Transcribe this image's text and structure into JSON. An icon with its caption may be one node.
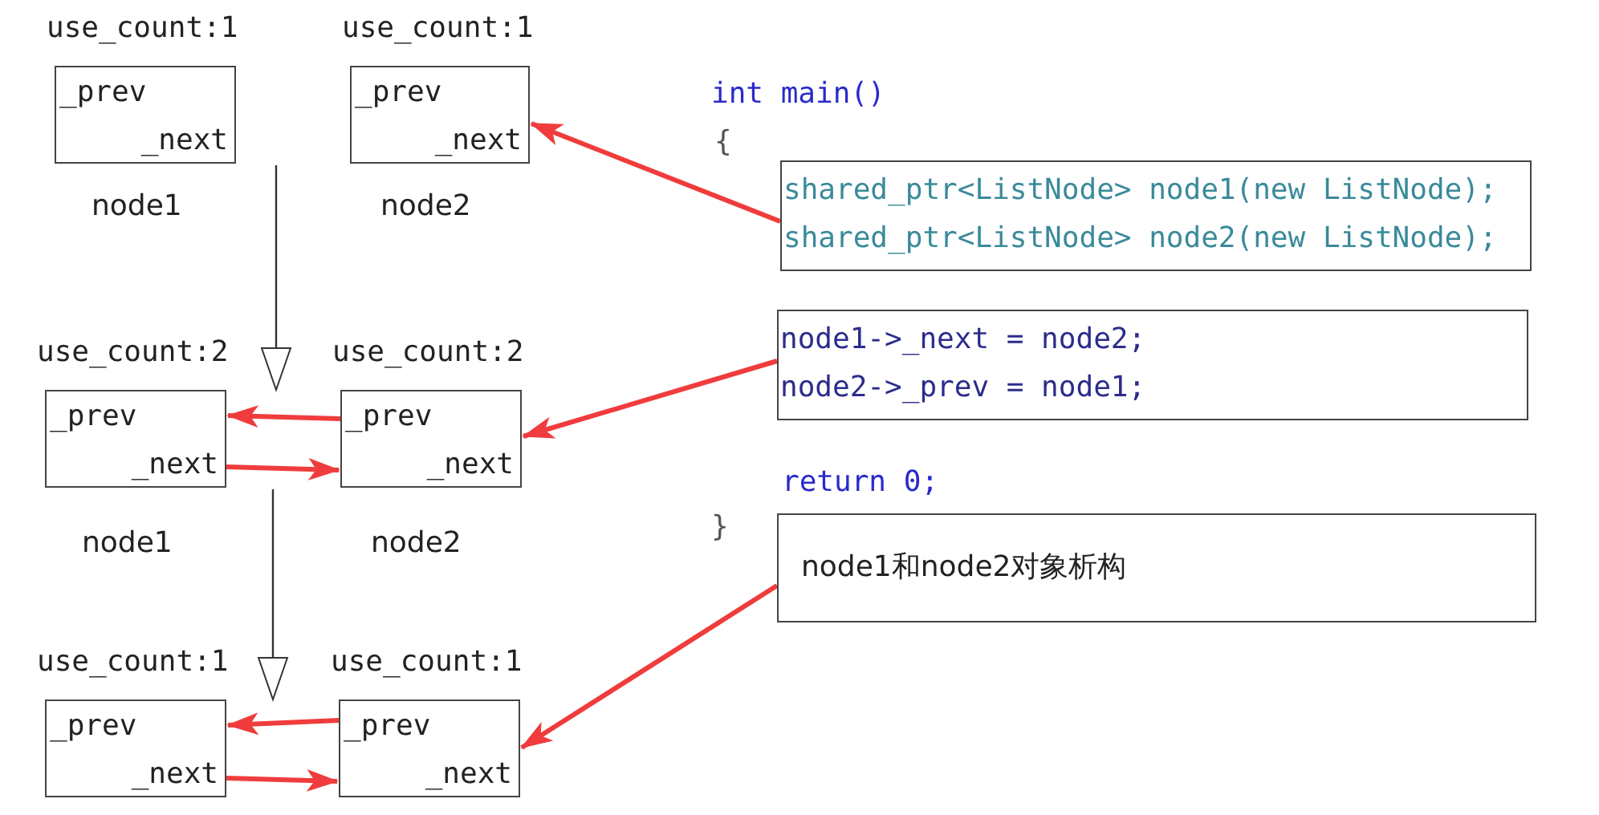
{
  "diagram": {
    "nodes": [
      {
        "text": [
          "use_count:1",
          "_prev",
          "_next"
        ],
        "beside": [
          "node1"
        ]
      },
      {
        "text": [
          "use_count:1",
          "_prev",
          "_next"
        ],
        "beside": [
          "node2"
        ]
      },
      {
        "text": [
          "use_count:2",
          "_prev",
          "_next"
        ],
        "beside": [
          "node1"
        ]
      },
      {
        "text": [
          "use_count:2",
          "_prev",
          "_next"
        ],
        "beside": [
          "node2"
        ]
      },
      {
        "text": [
          "use_count:1",
          "_prev",
          "_next"
        ]
      },
      {
        "text": [
          "use_count:1",
          "_prev",
          "_next"
        ]
      },
      {
        "text": [
          "shared_ptr<ListNode> node1(new ListNode);",
          "shared_ptr<ListNode> node2(new ListNode);"
        ]
      },
      {
        "text": [
          "node1->_next = node2;",
          "node2->_prev = node1;"
        ]
      },
      {
        "text": [
          "node1和node2对象析构"
        ]
      }
    ],
    "edges": [
      {
        "from": 6,
        "to": 1,
        "arrow": "to"
      },
      {
        "from": 7,
        "to": 3,
        "arrow": "to"
      },
      {
        "from": 8,
        "to": 5,
        "arrow": "to"
      },
      {
        "from": 3,
        "to": 2,
        "arrow": "to"
      },
      {
        "from": 2,
        "to": 3,
        "arrow": "to"
      },
      {
        "from": 5,
        "to": 4,
        "arrow": "to"
      },
      {
        "from": 4,
        "to": 5,
        "arrow": "to"
      },
      {
        "from": 0,
        "to": 2,
        "arrow": "to",
        "color": "#333333"
      },
      {
        "from": 2,
        "to": 4,
        "arrow": "to",
        "color": "#333333"
      }
    ],
    "labels": [
      "int main()",
      "{",
      "return 0;",
      "}"
    ]
  }
}
